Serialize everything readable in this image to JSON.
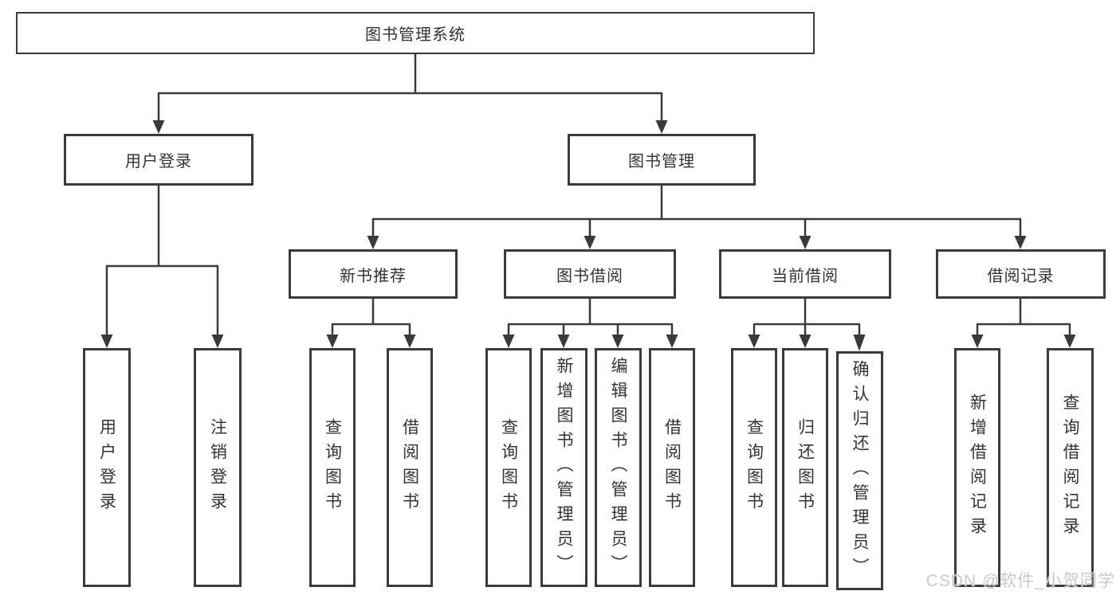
{
  "colors": {
    "line": "#3a3a3a",
    "box_border": "#3a3a3a",
    "text": "#333333",
    "watermark": "#c9c9c9",
    "background": "#ffffff"
  },
  "root": {
    "label": "图书管理系统"
  },
  "level2": [
    {
      "label": "用户登录"
    },
    {
      "label": "图书管理"
    }
  ],
  "level3": [
    {
      "label": "新书推荐"
    },
    {
      "label": "图书借阅"
    },
    {
      "label": "当前借阅"
    },
    {
      "label": "借阅记录"
    }
  ],
  "leaves": {
    "login": [
      "用户登录",
      "注销登录"
    ],
    "recommend": [
      "查询图书",
      "借阅图书"
    ],
    "borrowing": [
      "查询图书",
      "新增图书（管理员）",
      "编辑图书（管理员）",
      "借阅图书"
    ],
    "current": [
      "查询图书",
      "归还图书",
      "确认归还（管理员）"
    ],
    "records": [
      "新增借阅记录",
      "查询借阅记录"
    ]
  },
  "watermark": {
    "text": "CSDN @软件_小贺同学"
  }
}
